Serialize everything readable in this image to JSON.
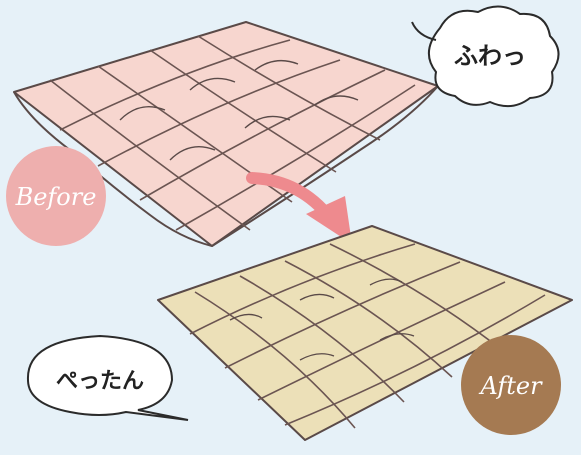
{
  "labels": {
    "before": "Before",
    "after": "After"
  },
  "bubbles": {
    "fluffy": "ふわっ",
    "flat": "ぺったん"
  },
  "colors": {
    "background": "#e6f1f8",
    "fluffy_futon": "#f7d6cf",
    "flat_futon": "#ece0b8",
    "before_badge": "#eeafae",
    "after_badge": "#a57a52",
    "arrow": "#ee8a8e",
    "outline": "#5a4a48"
  },
  "icons": {
    "arrow": "down-right-arrow-icon"
  }
}
